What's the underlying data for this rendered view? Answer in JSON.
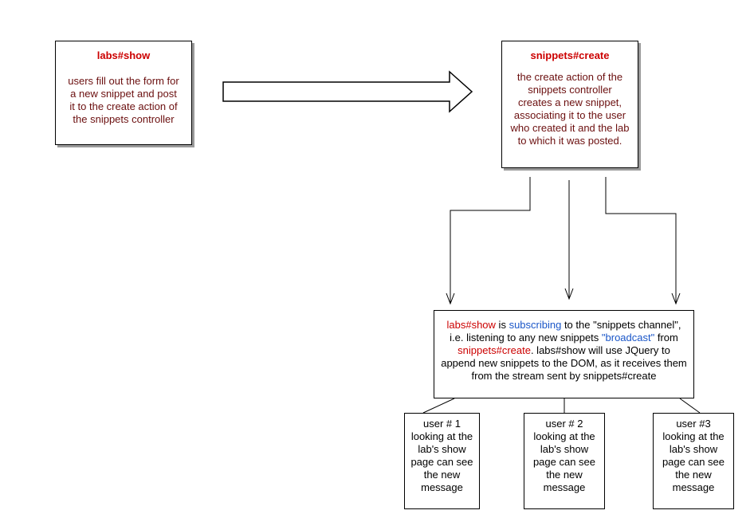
{
  "colors": {
    "title_red": "#cc0000",
    "body_dark_red": "#6b0f0f",
    "link_blue": "#1a56c8",
    "text_black": "#000000",
    "shadow_gray": "#9a9a9a"
  },
  "labs_show_box": {
    "title": "labs#show",
    "body": "users fill out the form for a new snippet and post it to the create action of the snippets controller"
  },
  "snippets_create_box": {
    "title": "snippets#create",
    "body": "the create action of the snippets controller creates a new snippet, associating it to the user who created it and the lab to which it was posted."
  },
  "channel_box": {
    "seg1": "labs#show",
    "seg2": " is ",
    "seg3": "subscribing",
    "seg4": " to the \"snippets channel\", i.e. listening to any new snippets ",
    "seg5": "\"broadcast\"",
    "seg6": " from ",
    "seg7": "snippets#create",
    "seg8": ". labs#show will use JQuery to append new snippets to the DOM, as it receives them from the stream sent by snippets#create"
  },
  "users": [
    {
      "text": "user # 1 looking at the lab's show page can see the new message"
    },
    {
      "text": "user # 2 looking at the lab's show page can see the new message"
    },
    {
      "text": "user #3 looking at the lab's show page can see the new message"
    }
  ]
}
